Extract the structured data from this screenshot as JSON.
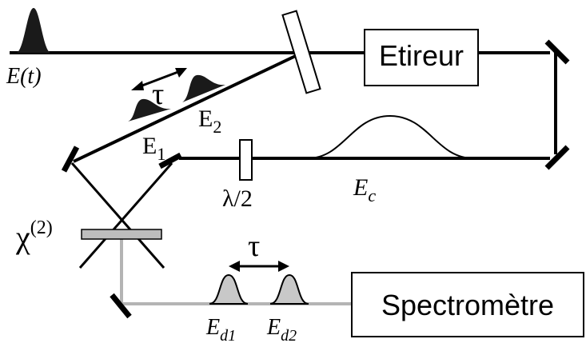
{
  "colors": {
    "ink": "#000000",
    "pulse_fill": "#1a1a1a",
    "detect_pulse_fill": "#c8c8c8",
    "crystal_fill": "#bdbdbd",
    "output_beam": "#b4b4b4",
    "background": "#ffffff"
  },
  "labels": {
    "input_field": "E(t)",
    "tau_top": "τ",
    "pulse_1": "E",
    "pulse_1_sub": "1",
    "pulse_2": "E",
    "pulse_2_sub": "2",
    "chirped": "E",
    "chirped_sub": "c",
    "halfwave": "λ/2",
    "chi_symbol": "χ",
    "chi_order": "(2)",
    "tau_bottom": "τ",
    "detected_1": "E",
    "detected_1_sub": "d1",
    "detected_2": "E",
    "detected_2_sub": "d2"
  },
  "boxes": {
    "stretcher": "Etireur",
    "spectrometer": "Spectromètre"
  }
}
